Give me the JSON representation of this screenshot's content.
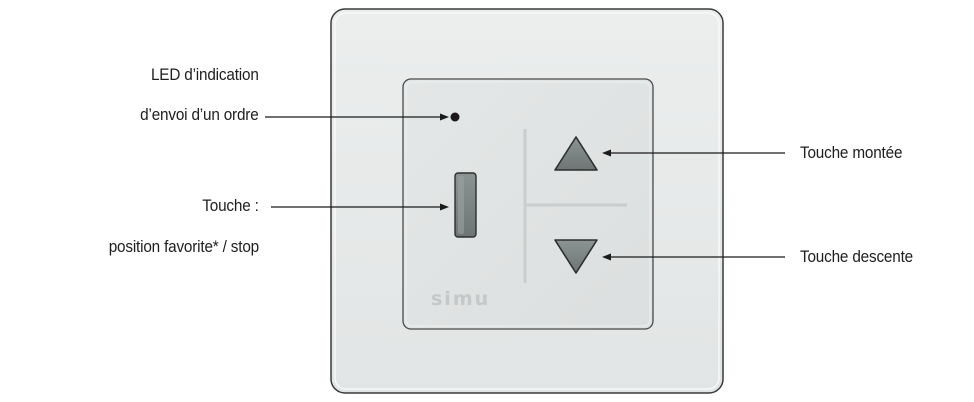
{
  "labels": {
    "led_line1": "LED d’indication",
    "led_line2": "d’envoi d’un ordre",
    "touche_line1": "Touche :",
    "touche_line2": "position favorite* / stop",
    "montee": "Touche montée",
    "descente": "Touche descente"
  },
  "device": {
    "brand": "simu"
  },
  "colors": {
    "frame_fill": "#e6e8e8",
    "frame_stroke": "#3a3a3a",
    "panel_fill": "#e1e4e4",
    "button_fill": "#7d8484",
    "separator": "#c9cdcd",
    "led": "#1a1a1a",
    "leader_line": "#1a1a1a"
  },
  "icons": {
    "up": "triangle-up-icon",
    "down": "triangle-down-icon",
    "led": "led-dot-icon"
  }
}
